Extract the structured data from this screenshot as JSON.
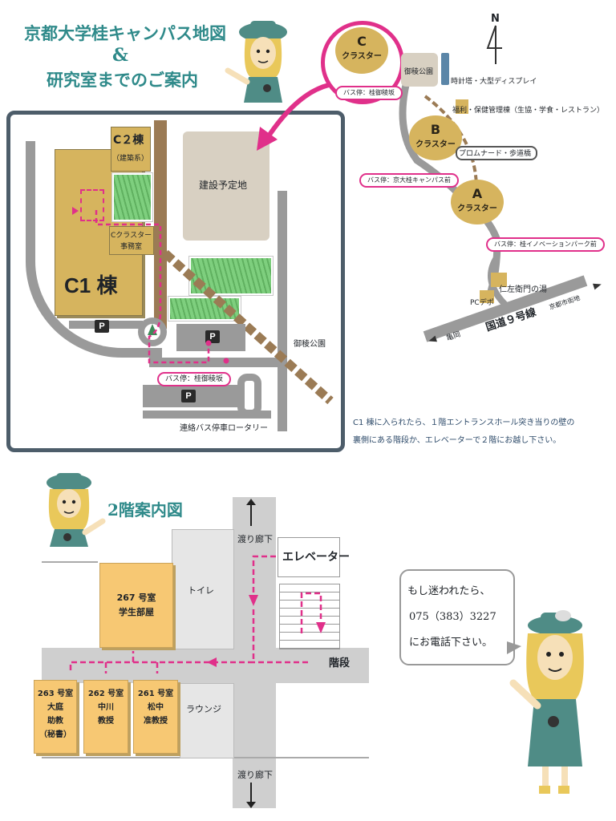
{
  "title": {
    "line1": "京都大学桂キャンパス地図",
    "line2": "&",
    "line3": "研究室までのご案内"
  },
  "detail_map": {
    "c2_building": {
      "name": "C２棟",
      "sub": "（建築系）"
    },
    "construction_site": "建設予定地",
    "c_cluster_office": {
      "line1": "Cクラスター",
      "line2": "事務室"
    },
    "c1_building": "C1 棟",
    "parking": "P",
    "park": "御稜公園",
    "bus_stop": "バス停：桂御稜坂",
    "rotary": "連絡バス停車ロータリー"
  },
  "overview_map": {
    "north": "N",
    "cluster_c": {
      "letter": "C",
      "label": "クラスター"
    },
    "cluster_b": {
      "letter": "B",
      "label": "クラスター"
    },
    "cluster_a": {
      "letter": "A",
      "label": "クラスター"
    },
    "bus_c": "バス停：桂御稜坂",
    "bus_b": "バス停：京大桂キャンパス前",
    "bus_a": "バス停：桂イノベーションパーク前",
    "park": "御稜公園",
    "clock_tower": "時計塔・大型ディスプレイ",
    "welfare": "福利・保健管理棟（生協・学食・レストラン）",
    "promenade": "プロムナード・歩道橋",
    "jinzaemon": "仁左衛門の湯",
    "pc_depot": "PCデポ",
    "route9": "国道９号線",
    "kameoka": "亀岡",
    "kyoto_city": "京都市街地"
  },
  "instructions": {
    "line1": "C1 棟に入られたら、１階エントランスホール突き当りの壁の",
    "line2": "裏側にある階段か、エレベーターで２階にお越し下さい。"
  },
  "floor_guide": {
    "title": "2階案内図",
    "bridge_top": "渡り廊下",
    "bridge_bottom": "渡り廊下",
    "elevator": "エレベーター",
    "stairs": "階段",
    "toilet": "トイレ",
    "lounge": "ラウンジ",
    "room_267": {
      "number": "267 号室",
      "name": "学生部屋"
    },
    "room_263": {
      "number": "263 号室",
      "name": "大庭",
      "role": "助教",
      "extra": "（秘書）"
    },
    "room_262": {
      "number": "262 号室",
      "name": "中川",
      "role": "教授"
    },
    "room_261": {
      "number": "261 号室",
      "name": "松中",
      "role": "准教授"
    }
  },
  "contact": {
    "line1": "もし迷われたら、",
    "line2": "075（383）3227",
    "line3": "にお電話下さい。"
  },
  "colors": {
    "accent_pink": "#e0308a",
    "title_teal": "#2f8a8a",
    "building_tan": "#d6b45e",
    "room_orange": "#f7c873",
    "road_gray": "#9a9a9a"
  }
}
